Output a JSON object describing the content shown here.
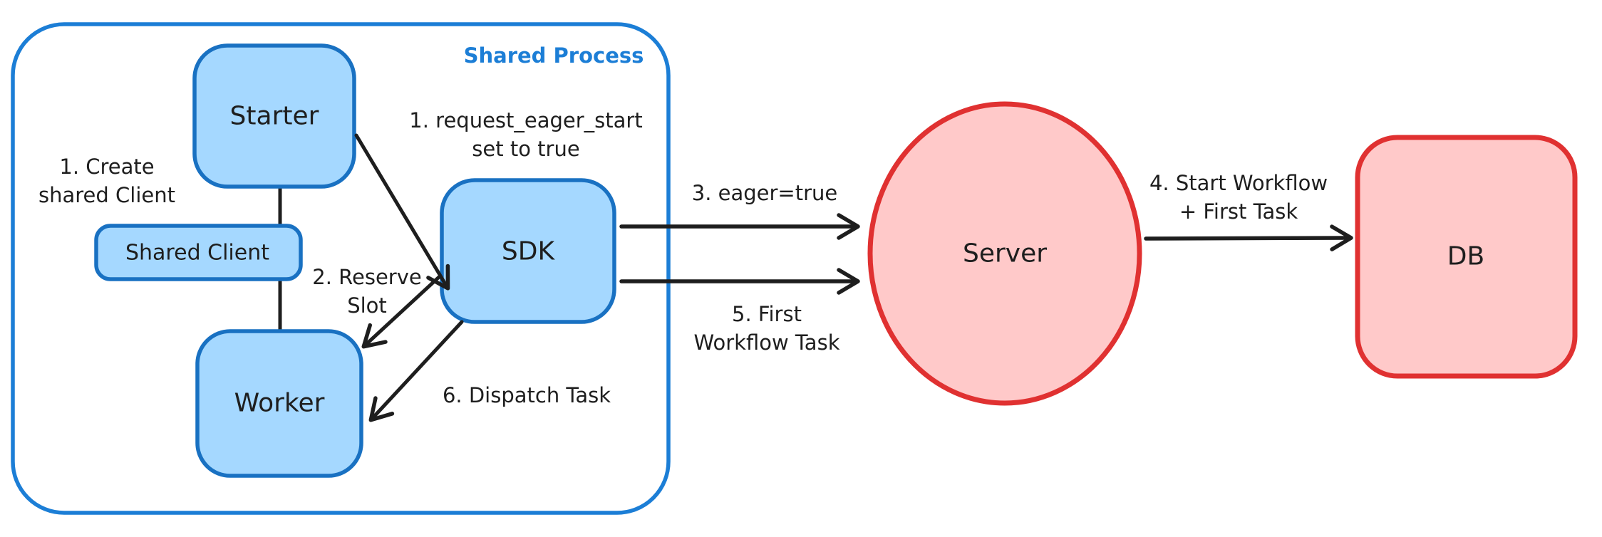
{
  "diagram": {
    "container_label": "Shared Process",
    "nodes": {
      "starter": "Starter",
      "shared_client": "Shared Client",
      "worker": "Worker",
      "sdk": "SDK",
      "server": "Server",
      "db": "DB"
    },
    "annotations": {
      "create_client": {
        "line1": "1. Create",
        "line2": "shared Client"
      },
      "request_eager": {
        "line1": "1. request_eager_start",
        "line2": "set to true"
      },
      "reserve_slot": {
        "line1": "2. Reserve",
        "line2": "Slot"
      },
      "eager_true": "3. eager=true",
      "start_workflow": {
        "line1": "4. Start Workflow",
        "line2": "+ First Task"
      },
      "first_workflow_task": {
        "line1": "5. First",
        "line2": "Workflow Task"
      },
      "dispatch_task": "6. Dispatch Task"
    },
    "colors": {
      "container_stroke": "#1c7ed6",
      "blue_node_stroke": "#1971c2",
      "blue_node_fill": "#a5d8ff",
      "red_node_stroke": "#e03131",
      "red_node_fill": "#ffc9c9",
      "arrow": "#1e1e1e",
      "text": "#1e1e1e",
      "background": "#ffffff"
    }
  }
}
